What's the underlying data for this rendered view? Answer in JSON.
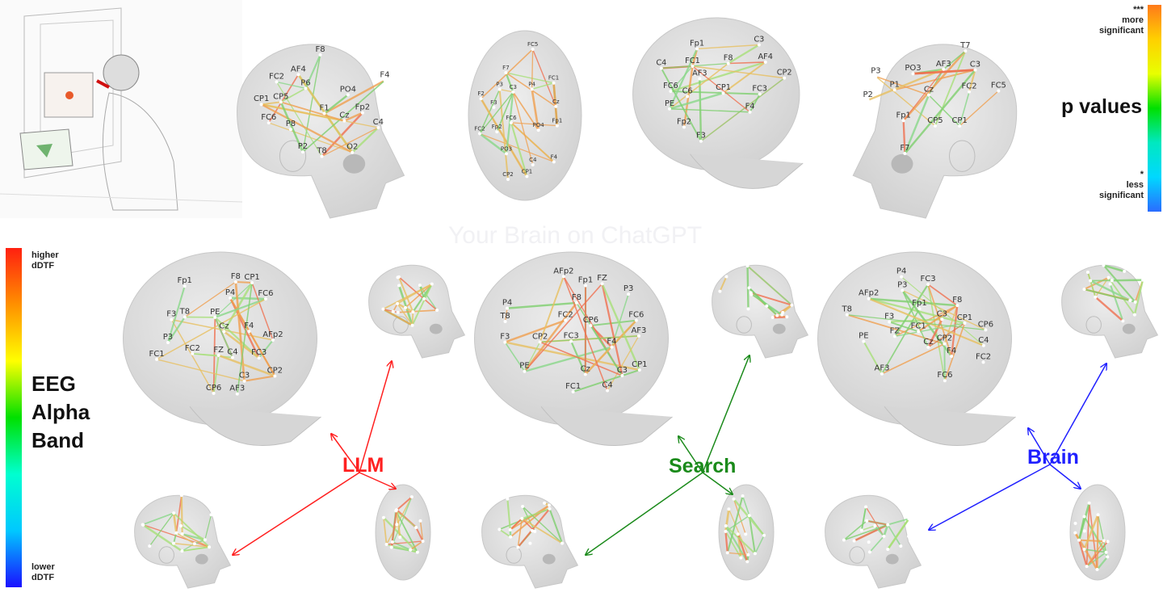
{
  "watermark": "Your Brain on ChatGPT",
  "p_value_legend": {
    "title": "p values",
    "top_marker": "***",
    "top_label_1": "more",
    "top_label_2": "significant",
    "bottom_marker": "*",
    "bottom_label_1": "less",
    "bottom_label_2": "significant",
    "gradient_colors": [
      "#ff7a1a",
      "#ffd000",
      "#e8ff00",
      "#00e000",
      "#00e8c0",
      "#00d8ff",
      "#2a6cff"
    ]
  },
  "dtf_legend": {
    "title_1": "EEG",
    "title_2": "Alpha",
    "title_3": "Band",
    "top_label_1": "higher",
    "top_label_2": "dDTF",
    "bottom_label_1": "lower",
    "bottom_label_2": "dDTF",
    "gradient_colors": [
      "#ff2010",
      "#ff9000",
      "#ffff00",
      "#00e000",
      "#00ffd0",
      "#00c8ff",
      "#1a10ff"
    ]
  },
  "groups": [
    {
      "label": "LLM",
      "color": "#ff2020"
    },
    {
      "label": "Search",
      "color": "#1a8a1a"
    },
    {
      "label": "Brain",
      "color": "#2020ff"
    }
  ],
  "top_row_electrodes": [
    [
      "CP1",
      "Cz",
      "C4",
      "FC2",
      "P2",
      "P6",
      "CP5",
      "F1",
      "F4",
      "PO4",
      "FC6",
      "AF4",
      "O2",
      "P8",
      "T8",
      "F8",
      "Fp2"
    ],
    [
      "Fp1",
      "Fp2",
      "F2",
      "F3",
      "F4",
      "F7",
      "FC1",
      "FC2",
      "FC5",
      "FC6",
      "Cz",
      "C3",
      "C4",
      "CP1",
      "CP2",
      "P3",
      "P4",
      "PO3",
      "PO4"
    ],
    [
      "PE",
      "CP2",
      "CP1",
      "C3",
      "C4",
      "FC3",
      "FC1",
      "F3",
      "AF3",
      "Fp1",
      "F4",
      "FC6",
      "AF4",
      "Fp2",
      "C6",
      "F8"
    ],
    [
      "FC2",
      "C3",
      "Cz",
      "CP1",
      "P2",
      "P3",
      "FC5",
      "CP5",
      "PO3",
      "AF3",
      "Fp1",
      "F7",
      "T7",
      "P1"
    ]
  ],
  "large_head_electrodes": [
    "CP1",
    "P3",
    "PE",
    "CP2",
    "Cz",
    "C3",
    "FC3",
    "FC1",
    "F3",
    "P4",
    "FZ",
    "FC2",
    "AF3",
    "Fp1",
    "C4",
    "F4",
    "CP6",
    "AFp2",
    "T8",
    "FC6",
    "F8"
  ]
}
